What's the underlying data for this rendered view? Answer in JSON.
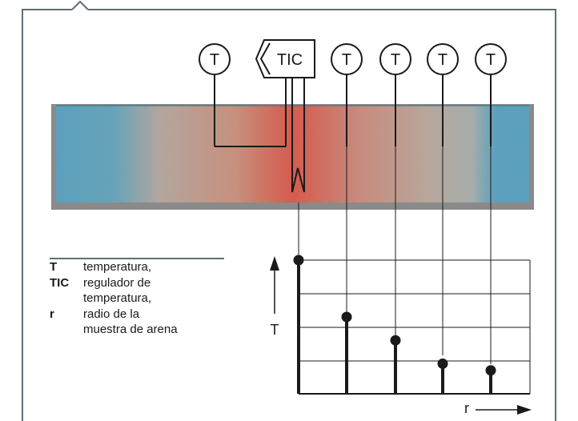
{
  "instruments": [
    {
      "tag": "T",
      "type": "temperature-sensor"
    },
    {
      "tag": "TIC",
      "type": "temperature-controller"
    },
    {
      "tag": "T",
      "type": "temperature-sensor"
    },
    {
      "tag": "T",
      "type": "temperature-sensor"
    },
    {
      "tag": "T",
      "type": "temperature-sensor"
    },
    {
      "tag": "T",
      "type": "temperature-sensor"
    }
  ],
  "legend": [
    {
      "key": "T",
      "lines": [
        "temperatura,"
      ]
    },
    {
      "key": "TIC",
      "lines": [
        "regulador de",
        "temperatura,"
      ]
    },
    {
      "key": "r",
      "lines": [
        "radio de la",
        "muestra de arena"
      ]
    }
  ],
  "chart_data": {
    "type": "stem",
    "xlabel": "r",
    "ylabel": "T",
    "points": [
      {
        "x": 1,
        "y": 4.0
      },
      {
        "x": 2,
        "y": 2.3
      },
      {
        "x": 3,
        "y": 1.6
      },
      {
        "x": 4,
        "y": 0.9
      },
      {
        "x": 5,
        "y": 0.7
      }
    ],
    "ylim": [
      0,
      4
    ],
    "grid": true
  },
  "colors": {
    "frame": "#5f6f75",
    "sand_cold": "#4aa3c4",
    "sand_mid": "#c2b0a0",
    "sand_hot": "#e0503a",
    "tray": "#8a8a8a",
    "ink": "#1a1a1a"
  }
}
